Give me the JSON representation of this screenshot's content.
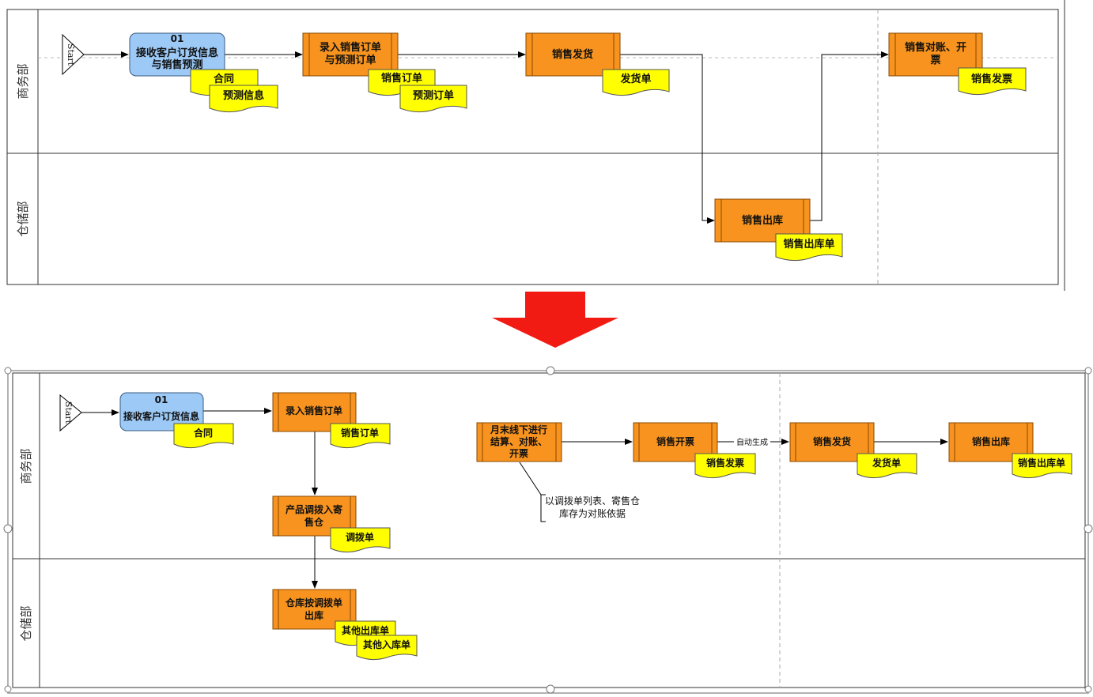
{
  "top": {
    "lanes": [
      "商务部",
      "仓储部"
    ],
    "start": "Start",
    "process_01": {
      "id": "01",
      "lines": [
        "接收客户订货信息",
        "与销售预测"
      ]
    },
    "enter_order": [
      "录入销售订单",
      "与预测订单"
    ],
    "ship": [
      "销售发货"
    ],
    "outbound": [
      "销售出库"
    ],
    "reconcile": [
      "销售对账、开",
      "票"
    ],
    "docs": {
      "contract": "合同",
      "forecast_info": "预测信息",
      "sales_order": "销售订单",
      "forecast_order": "预测订单",
      "delivery_note": "发货单",
      "outbound_note": "销售出库单",
      "invoice": "销售发票"
    }
  },
  "bottom": {
    "lanes": [
      "商务部",
      "仓储部"
    ],
    "start": "Start",
    "process_01": {
      "id": "01",
      "lines": [
        "接收客户订货信息"
      ]
    },
    "enter_order": [
      "录入销售订单"
    ],
    "transfer_in": [
      "产品调拨入寄",
      "售仓"
    ],
    "warehouse_out": [
      "仓库按调拨单",
      "出库"
    ],
    "month_end": [
      "月末线下进行",
      "结算、对账、",
      "开票"
    ],
    "invoicing": [
      "销售开票"
    ],
    "ship": [
      "销售发货"
    ],
    "outbound": [
      "销售出库"
    ],
    "auto_label": "自动生成",
    "note": [
      "以调拨单列表、寄售仓",
      "库存为对账依据"
    ],
    "docs": {
      "contract": "合同",
      "sales_order": "销售订单",
      "transfer_note": "调拨单",
      "other_out": "其他出库单",
      "other_in": "其他入库单",
      "invoice": "销售发票",
      "delivery_note": "发货单",
      "outbound_note": "销售出库单"
    }
  },
  "colors": {
    "process_orange": "#F7931E",
    "process_blue": "#9CC9F5",
    "document_yellow": "#FFFF00",
    "arrow_red": "#F21B14"
  }
}
